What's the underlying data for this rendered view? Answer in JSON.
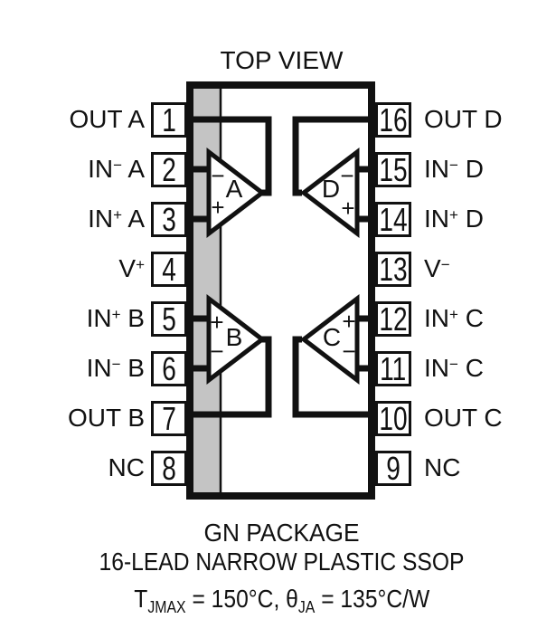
{
  "title": "TOP VIEW",
  "pins": {
    "left": [
      {
        "number": "1",
        "label": {
          "base": "OUT A",
          "sup": "",
          "rest": ""
        }
      },
      {
        "number": "2",
        "label": {
          "base": "IN",
          "sup": "−",
          "rest": " A"
        }
      },
      {
        "number": "3",
        "label": {
          "base": "IN",
          "sup": "+",
          "rest": " A"
        }
      },
      {
        "number": "4",
        "label": {
          "base": "V",
          "sup": "+",
          "rest": ""
        }
      },
      {
        "number": "5",
        "label": {
          "base": "IN",
          "sup": "+",
          "rest": " B"
        }
      },
      {
        "number": "6",
        "label": {
          "base": "IN",
          "sup": "−",
          "rest": " B"
        }
      },
      {
        "number": "7",
        "label": {
          "base": "OUT B",
          "sup": "",
          "rest": ""
        }
      },
      {
        "number": "8",
        "label": {
          "base": "NC",
          "sup": "",
          "rest": ""
        }
      }
    ],
    "right": [
      {
        "number": "16",
        "label": {
          "base": "OUT D",
          "sup": "",
          "rest": ""
        }
      },
      {
        "number": "15",
        "label": {
          "base": "IN",
          "sup": "−",
          "rest": " D"
        }
      },
      {
        "number": "14",
        "label": {
          "base": "IN",
          "sup": "+",
          "rest": " D"
        }
      },
      {
        "number": "13",
        "label": {
          "base": "V",
          "sup": "−",
          "rest": ""
        }
      },
      {
        "number": "12",
        "label": {
          "base": "IN",
          "sup": "+",
          "rest": " C"
        }
      },
      {
        "number": "11",
        "label": {
          "base": "IN",
          "sup": "−",
          "rest": " C"
        }
      },
      {
        "number": "10",
        "label": {
          "base": "OUT C",
          "sup": "",
          "rest": ""
        }
      },
      {
        "number": "9",
        "label": {
          "base": "NC",
          "sup": "",
          "rest": ""
        }
      }
    ]
  },
  "opamps": [
    {
      "name": "A",
      "top_sign": "−",
      "bottom_sign": "+"
    },
    {
      "name": "D",
      "top_sign": "−",
      "bottom_sign": "+"
    },
    {
      "name": "B",
      "top_sign": "+",
      "bottom_sign": "−"
    },
    {
      "name": "C",
      "top_sign": "+",
      "bottom_sign": "−"
    }
  ],
  "captions": {
    "package_name": "GN PACKAGE",
    "package_desc": "16-LEAD NARROW PLASTIC SSOP"
  },
  "thermal": {
    "t1": "T",
    "sub1": "JMAX",
    "mid": " = 150°C, θ",
    "sub2": "JA",
    "end": " = 135°C/W"
  },
  "colors": {
    "line": "#111111",
    "stripe": "#c4c4c4",
    "background": "#ffffff"
  }
}
